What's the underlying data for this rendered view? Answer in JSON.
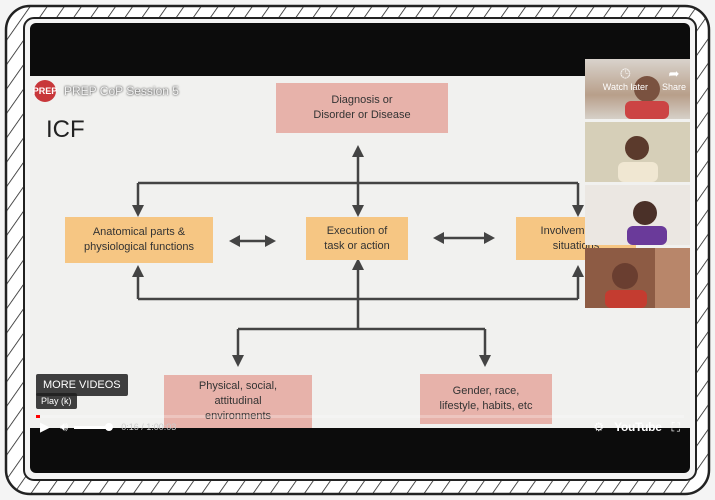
{
  "video": {
    "title": "PREP CoP Session 5",
    "channel_logo_text": "PREP",
    "watch_later_label": "Watch later",
    "share_label": "Share"
  },
  "slide": {
    "heading": "ICF",
    "boxes": {
      "diagnosis": "Diagnosis or\nDisorder or Disease",
      "anatomical": "Anatomical parts &\nphysiological functions",
      "execution": "Execution of\ntask or action",
      "involvement": "Involvement in\nsituations",
      "environment": "Physical, social,\nattitudinal\nenvironments",
      "personal": "Gender, race,\nlifestyle, habits, etc"
    }
  },
  "overlay": {
    "more_videos": "MORE VIDEOS",
    "play_tooltip": "Play (k)"
  },
  "controls": {
    "timecode": "0:16 / 1:00:03",
    "youtube_label": "YouTube",
    "progress_fraction": 0.004,
    "volume_fraction": 1.0
  },
  "colors": {
    "pink_box": "#e7b2aa",
    "orange_box": "#f6c683",
    "progress": "#ff0000"
  },
  "icons": [
    "play-icon",
    "volume-icon",
    "settings-icon",
    "fullscreen-exit-icon",
    "clock-icon",
    "share-icon"
  ]
}
